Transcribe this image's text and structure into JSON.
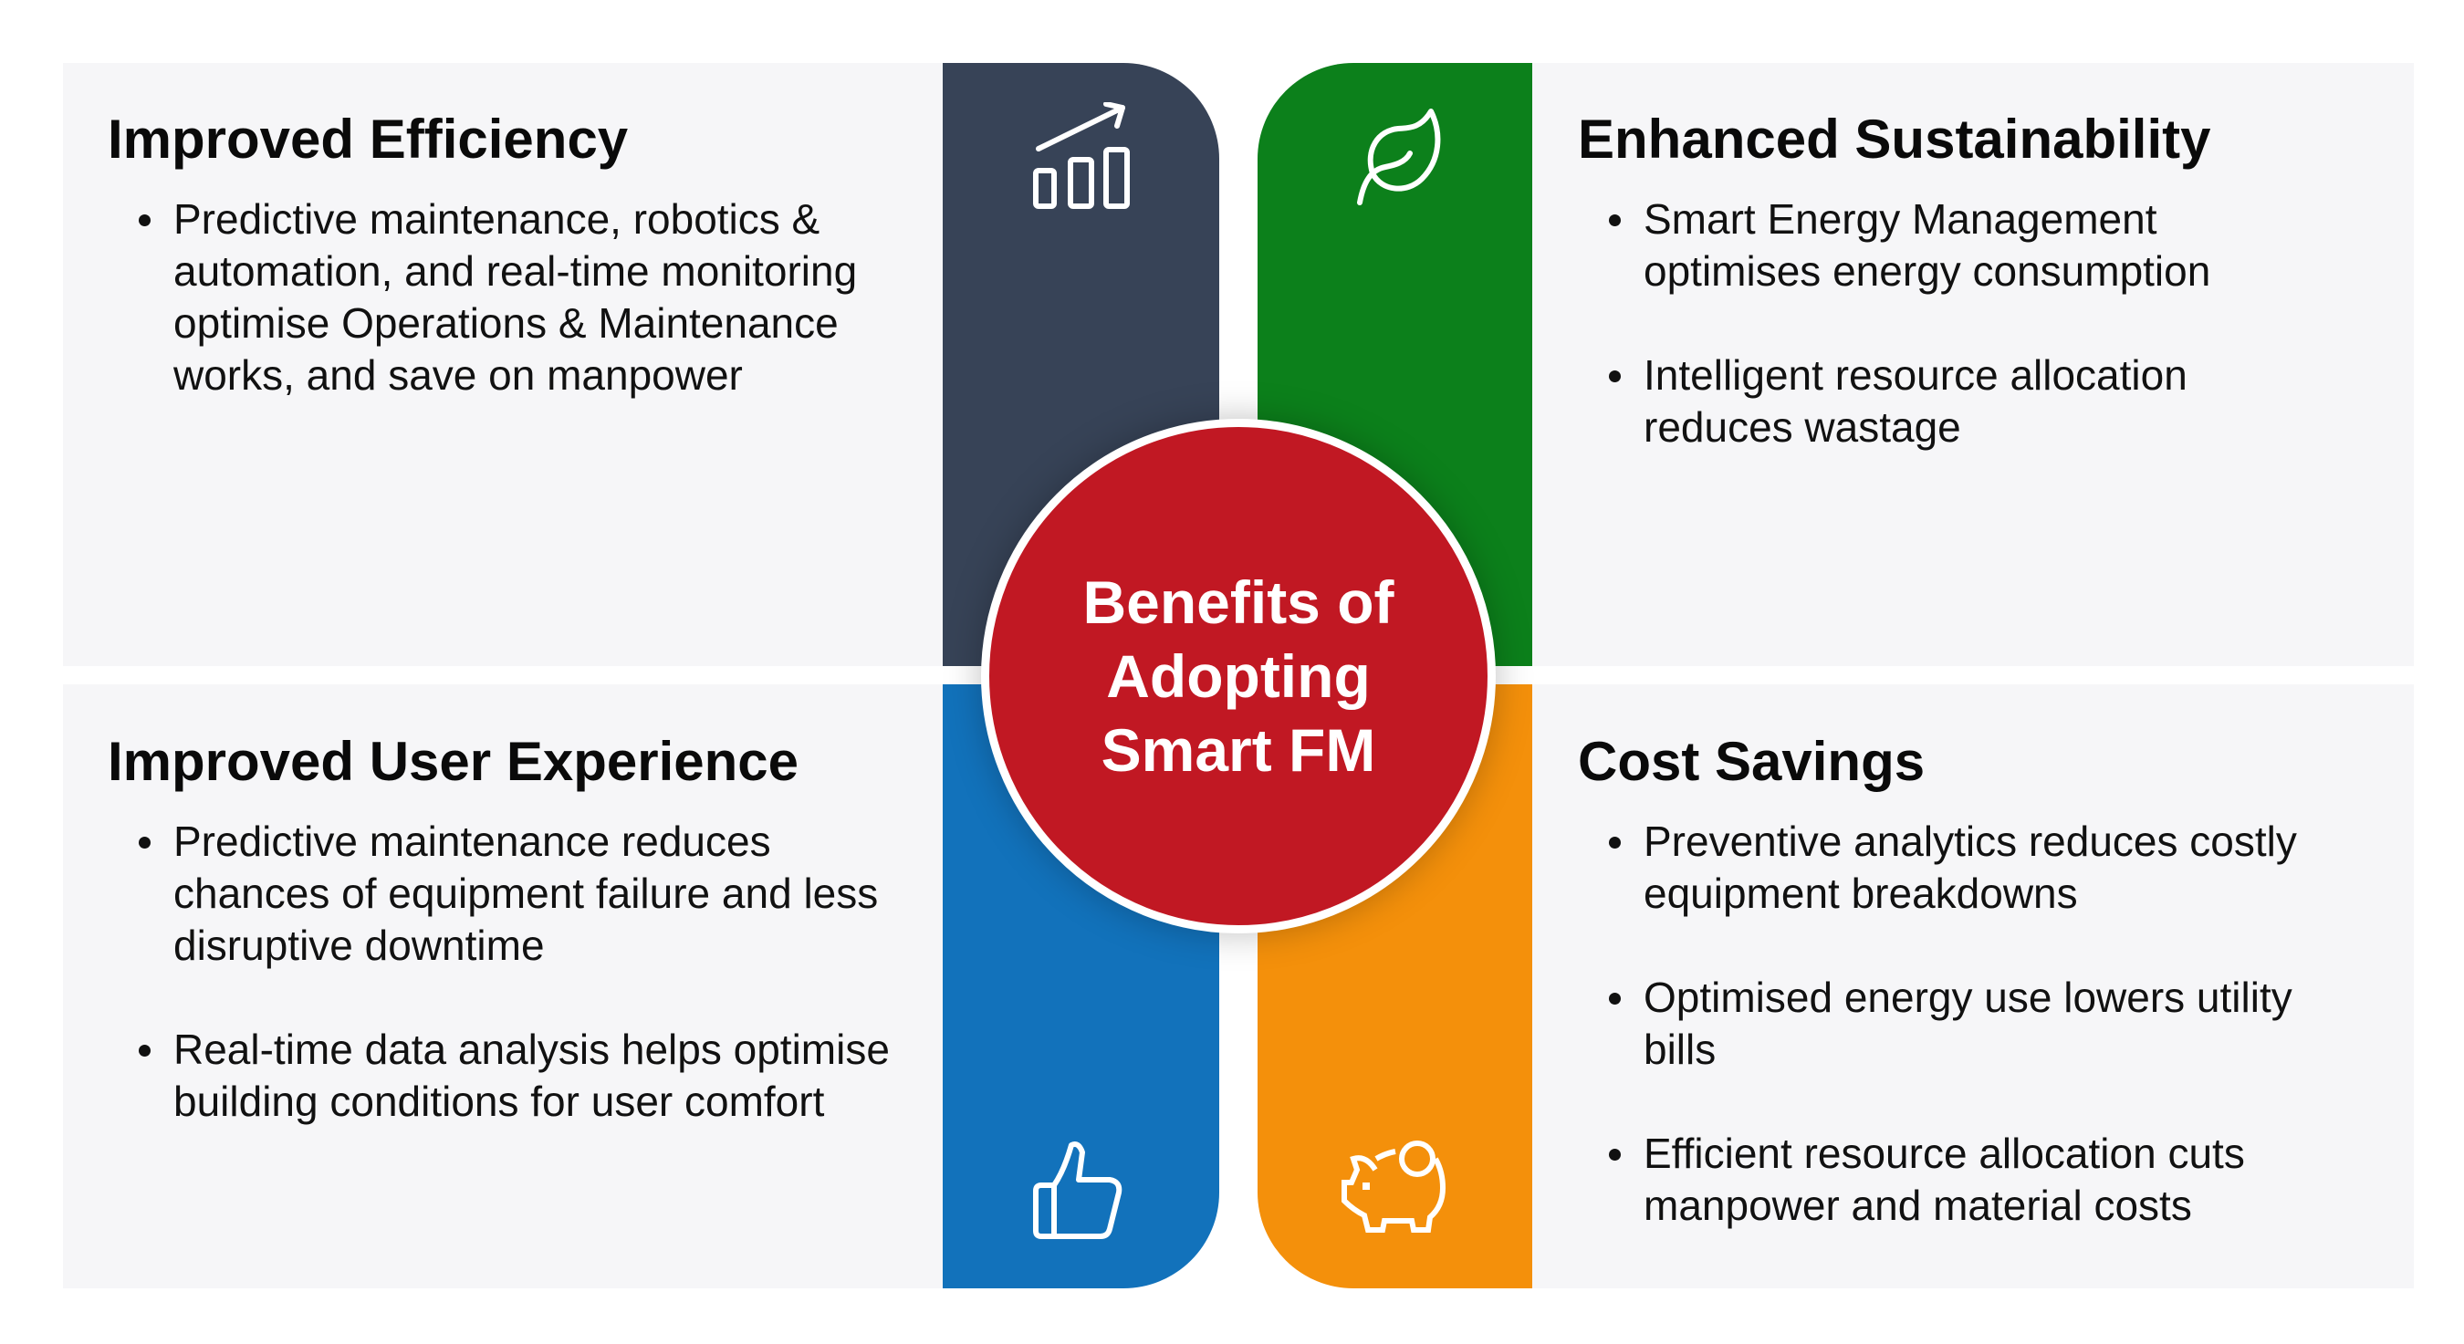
{
  "center": {
    "title": "Benefits of Adopting Smart FM"
  },
  "colors": {
    "efficiency": "#374357",
    "sustainability": "#0c801b",
    "user_experience": "#1272bb",
    "cost": "#f4900b",
    "center": "#c11823",
    "panel": "#f6f6f8"
  },
  "quadrants": {
    "efficiency": {
      "title": "Improved Efficiency",
      "icon": "bar-chart-growth-icon",
      "items": [
        "Predictive maintenance, robotics & automation, and real-time monitoring optimise Operations & Maintenance works, and save on manpower"
      ]
    },
    "sustainability": {
      "title": "Enhanced Sustainability",
      "icon": "leaf-icon",
      "items": [
        "Smart Energy Management optimises energy consumption",
        "Intelligent resource allocation reduces wastage"
      ]
    },
    "user_experience": {
      "title": "Improved User Experience",
      "icon": "thumbs-up-icon",
      "items": [
        "Predictive maintenance reduces chances of equipment failure and less disruptive downtime",
        "Real-time data analysis helps optimise building conditions for user comfort"
      ]
    },
    "cost": {
      "title": "Cost Savings",
      "icon": "piggy-bank-icon",
      "items": [
        "Preventive analytics reduces costly equipment breakdowns",
        "Optimised energy use lowers utility bills",
        "Efficient resource allocation cuts manpower and material costs"
      ]
    }
  }
}
